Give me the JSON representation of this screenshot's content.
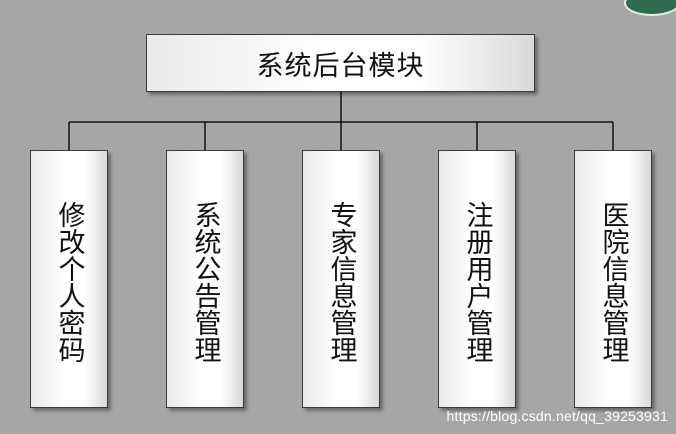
{
  "diagram": {
    "root": {
      "label": "系统后台模块"
    },
    "children": [
      {
        "label": "修改个人密码"
      },
      {
        "label": "系统公告管理"
      },
      {
        "label": "专家信息管理"
      },
      {
        "label": "注册用户管理"
      },
      {
        "label": "医院信息管理"
      }
    ]
  },
  "watermark": {
    "text": "https://blog.csdn.net/qq_39253931"
  }
}
